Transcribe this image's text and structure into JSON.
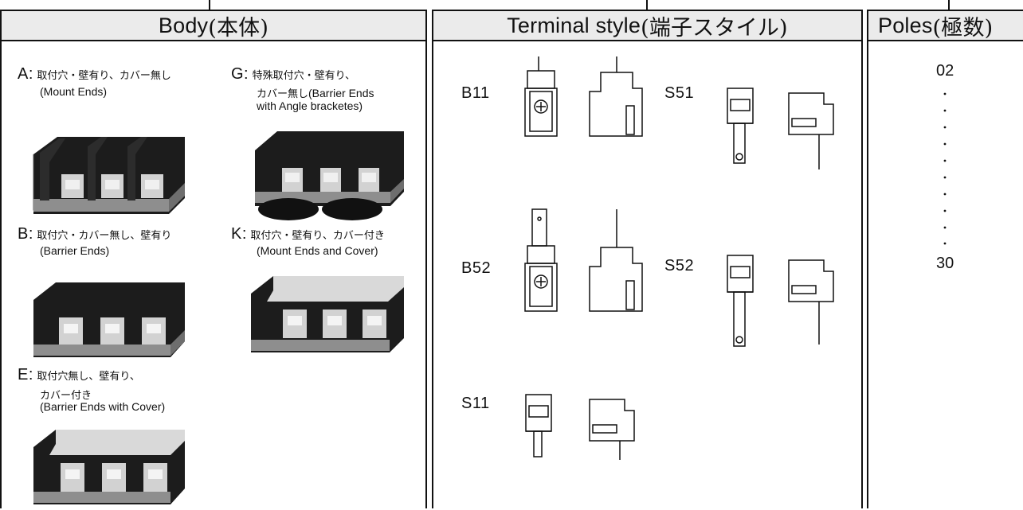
{
  "body": {
    "header_en": "Body",
    "header_jp": "(本体)",
    "items": [
      {
        "code": "A:",
        "jp": "取付穴・壁有り、カバー無し",
        "en": [
          "(Mount Ends)"
        ]
      },
      {
        "code": "G:",
        "jp": "特殊取付穴・壁有り、",
        "jp2": "カバー無し",
        "en_inline": "(Barrier Ends",
        "en": [
          "with Angle bracketes)"
        ]
      },
      {
        "code": "B:",
        "jp": "取付穴・カバー無し、壁有り",
        "en": [
          "(Barrier Ends)"
        ]
      },
      {
        "code": "K:",
        "jp": "取付穴・壁有り、カバー付き",
        "en": [
          "(Mount Ends and Cover)"
        ]
      },
      {
        "code": "E:",
        "jp": "取付穴無し、壁有り、",
        "jp2": "カバー付き",
        "en": [
          "(Barrier Ends with Cover)"
        ]
      }
    ]
  },
  "terminal": {
    "header_en": "Terminal style",
    "header_jp": "(端子スタイル)",
    "styles": [
      "B11",
      "S51",
      "B52",
      "S52",
      "S11"
    ]
  },
  "poles": {
    "header_en": "Poles",
    "header_jp": "(極数)",
    "min": "02",
    "max": "30"
  },
  "colors": {
    "block_dark": "#1c1c1c",
    "block_gray": "#9a9a9a",
    "cover": "#d9d9d9",
    "header_bg": "#ebebeb"
  }
}
